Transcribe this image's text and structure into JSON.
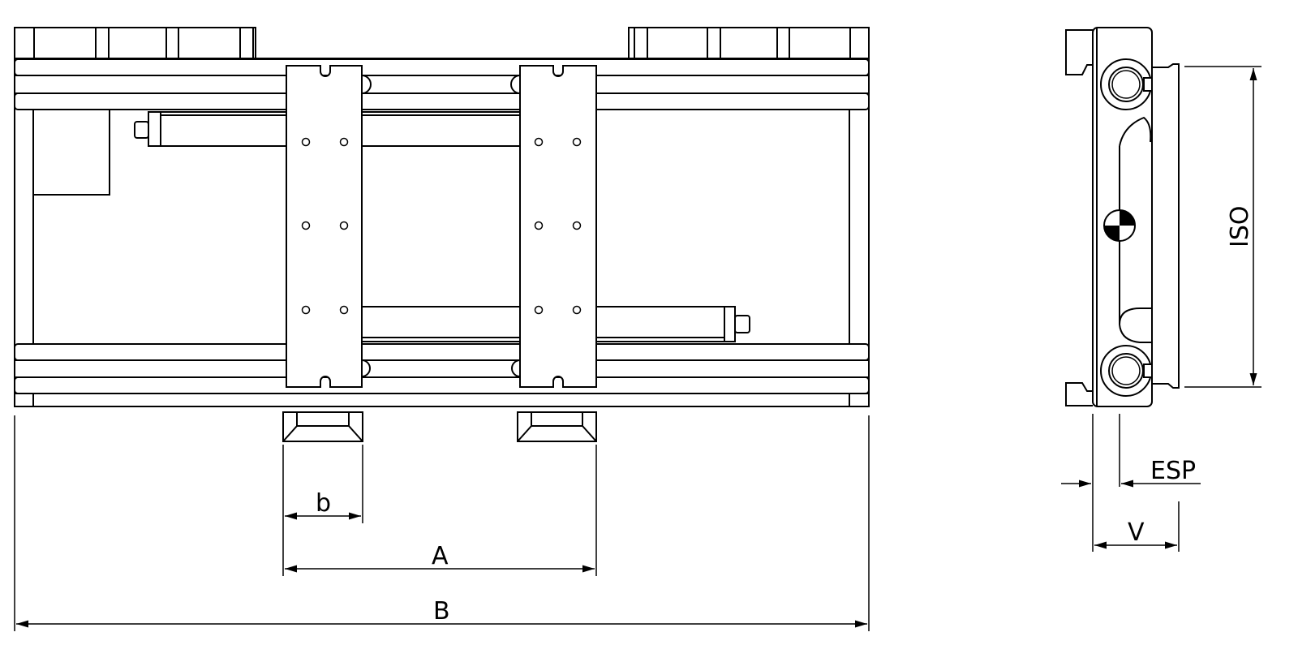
{
  "drawing": {
    "front_view": {
      "dimensions": {
        "fork_width": "b",
        "fork_spread": "A",
        "overall_width": "B"
      }
    },
    "side_view": {
      "dimensions": {
        "carriage_class": "ISO",
        "thickness": "ESP",
        "offset": "V"
      }
    }
  }
}
